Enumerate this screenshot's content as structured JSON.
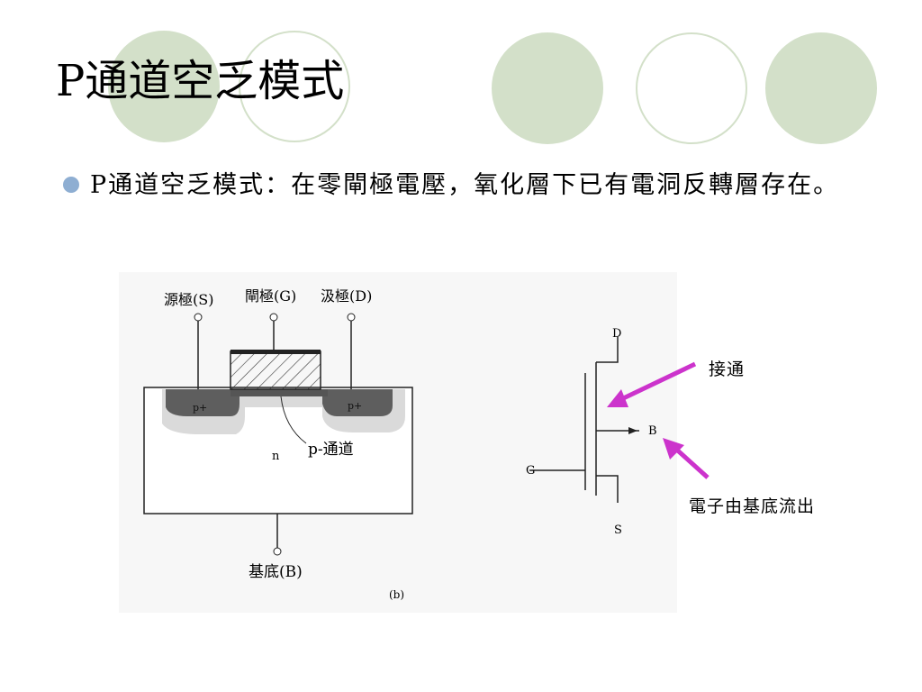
{
  "slide": {
    "title": "P通道空乏模式",
    "bullet": "P通道空乏模式：在零閘極電壓，氧化層下已有電洞反轉層存在。",
    "colors": {
      "circle_fill": "#d3e0c9",
      "bullet": "#8eaed2",
      "arrow": "#cc33cc"
    }
  },
  "figure": {
    "source_label": "源極(S)",
    "gate_label": "閘極(G)",
    "drain_label": "汲極(D)",
    "left_region_label": "p+",
    "right_region_label": "p+",
    "substrate_label": "n",
    "channel_label": "p-通道",
    "body_label": "基底(B)",
    "caption": "(b)",
    "symbol": {
      "d": "D",
      "g": "G",
      "b": "B",
      "s": "S"
    }
  },
  "annotations": {
    "connect": "接通",
    "electron_flow": "電子由基底流出"
  }
}
